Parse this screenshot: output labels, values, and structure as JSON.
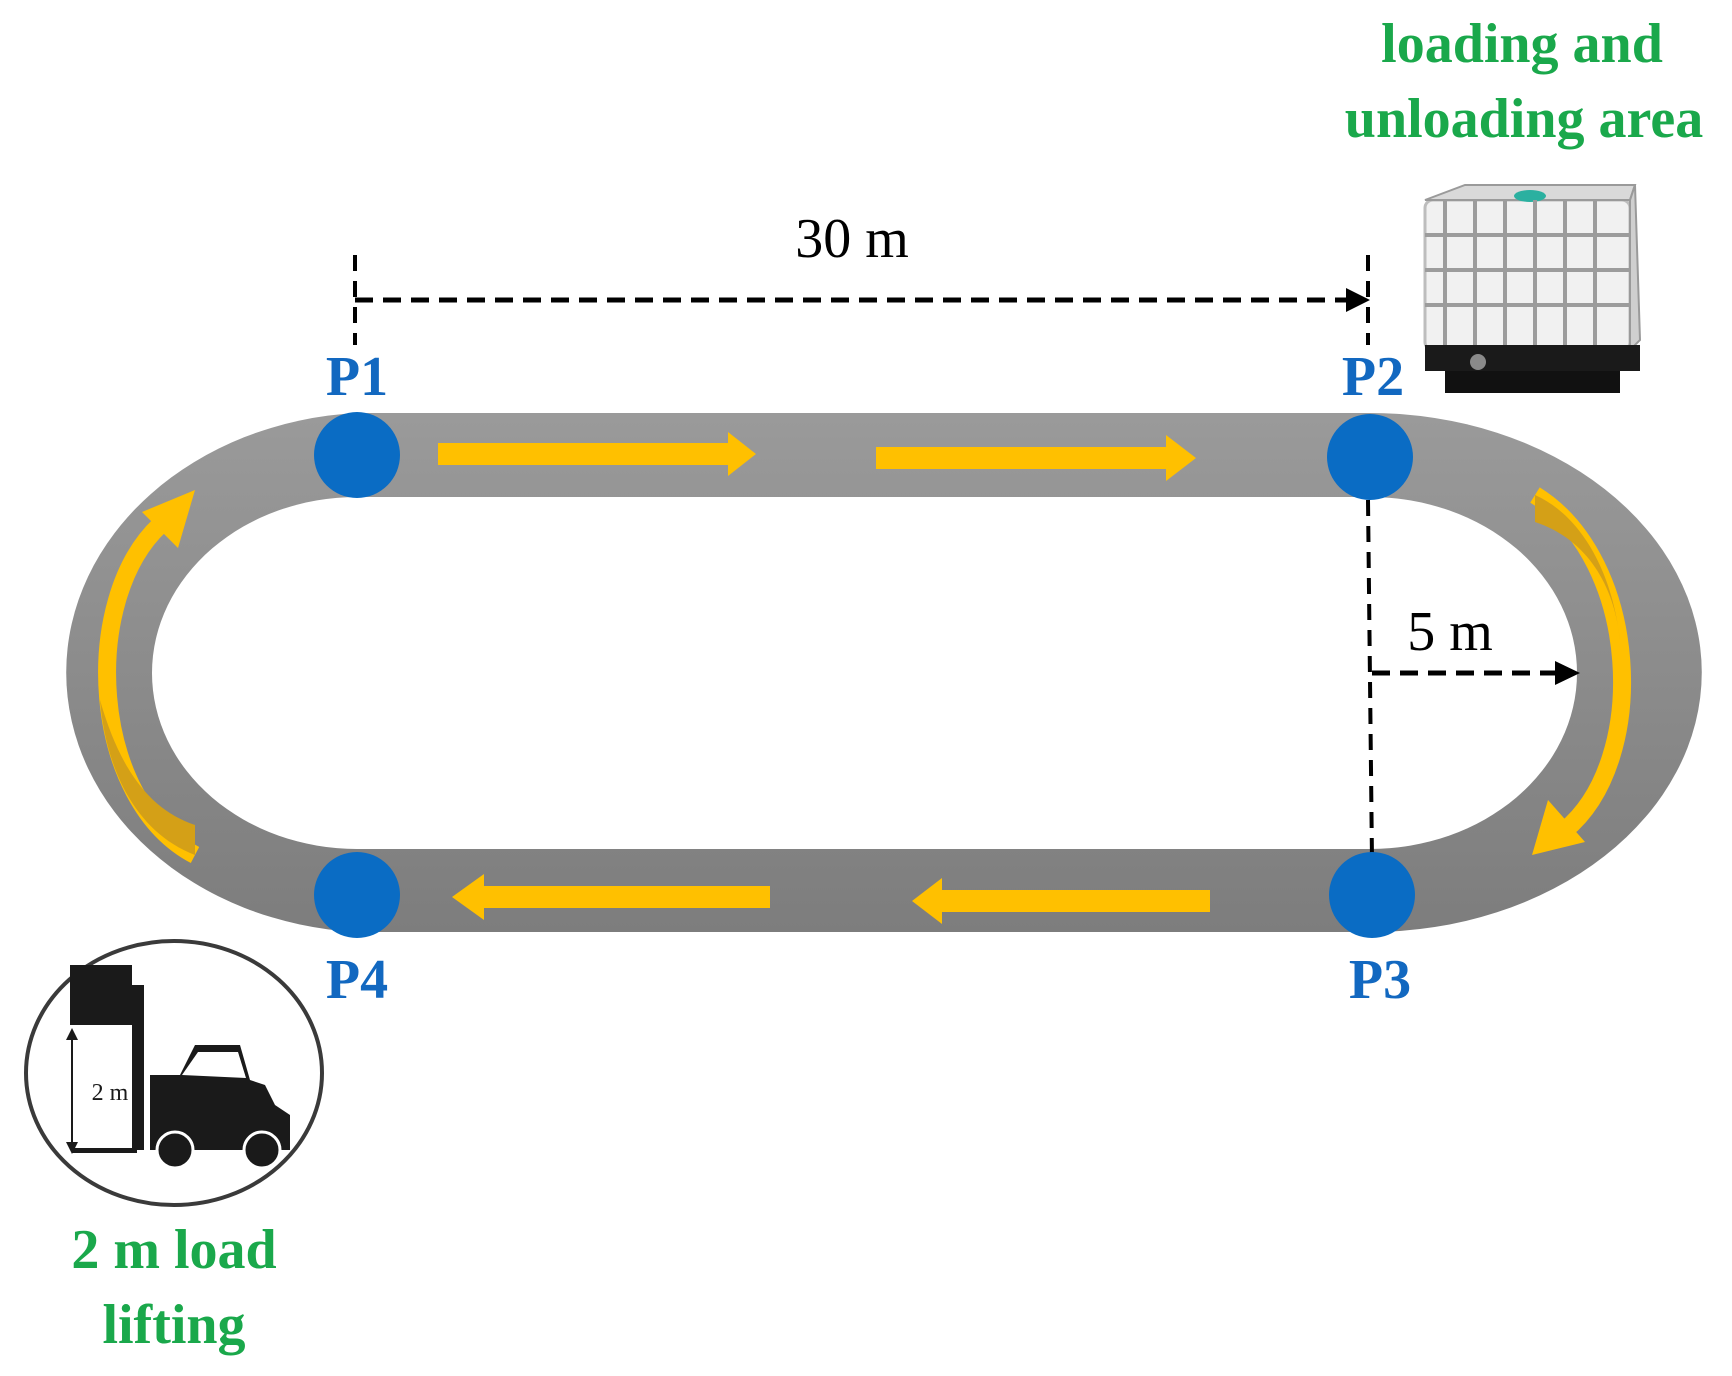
{
  "labels": {
    "loading_area_line1": "loading and",
    "loading_area_line2": "unloading area",
    "distance_long": "30 m",
    "distance_radius": "5 m",
    "lift_line1": "2 m load",
    "lift_line2": "lifting",
    "lift_height": "2 m"
  },
  "points": [
    {
      "id": "P1",
      "label": "P1"
    },
    {
      "id": "P2",
      "label": "P2"
    },
    {
      "id": "P3",
      "label": "P3"
    },
    {
      "id": "P4",
      "label": "P4"
    }
  ],
  "colors": {
    "track": "#8f8f8f",
    "point": "#0a6cc4",
    "arrow": "#ffc000",
    "green_text": "#1aa84b",
    "point_text": "#1268c0"
  },
  "icons": {
    "container": "ibc-tank-icon",
    "forklift": "forklift-icon"
  }
}
